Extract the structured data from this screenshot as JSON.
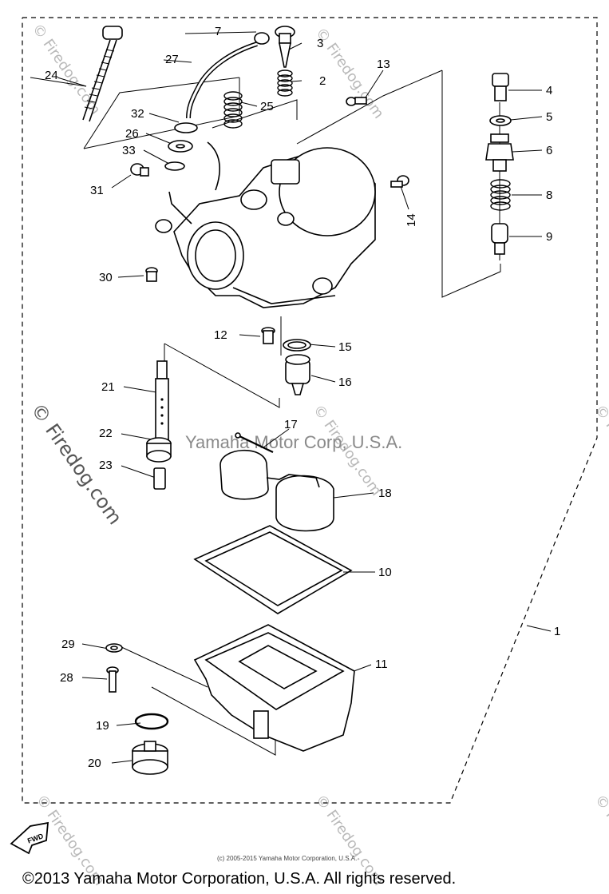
{
  "diagram": {
    "callouts": [
      {
        "id": "c1",
        "text": "1"
      },
      {
        "id": "c2",
        "text": "2"
      },
      {
        "id": "c3",
        "text": "3"
      },
      {
        "id": "c4",
        "text": "4"
      },
      {
        "id": "c5",
        "text": "5"
      },
      {
        "id": "c6",
        "text": "6"
      },
      {
        "id": "c7",
        "text": "7"
      },
      {
        "id": "c8",
        "text": "8"
      },
      {
        "id": "c9",
        "text": "9"
      },
      {
        "id": "c10",
        "text": "10"
      },
      {
        "id": "c11",
        "text": "11"
      },
      {
        "id": "c12",
        "text": "12"
      },
      {
        "id": "c13",
        "text": "13"
      },
      {
        "id": "c14",
        "text": "14"
      },
      {
        "id": "c15",
        "text": "15"
      },
      {
        "id": "c16",
        "text": "16"
      },
      {
        "id": "c17",
        "text": "17"
      },
      {
        "id": "c18",
        "text": "18"
      },
      {
        "id": "c19",
        "text": "19"
      },
      {
        "id": "c20",
        "text": "20"
      },
      {
        "id": "c21",
        "text": "21"
      },
      {
        "id": "c22",
        "text": "22"
      },
      {
        "id": "c23",
        "text": "23"
      },
      {
        "id": "c24",
        "text": "24"
      },
      {
        "id": "c25",
        "text": "25"
      },
      {
        "id": "c26",
        "text": "26"
      },
      {
        "id": "c27",
        "text": "27"
      },
      {
        "id": "c28",
        "text": "28"
      },
      {
        "id": "c29",
        "text": "29"
      },
      {
        "id": "c30",
        "text": "30"
      },
      {
        "id": "c31",
        "text": "31"
      },
      {
        "id": "c32",
        "text": "32"
      },
      {
        "id": "c33",
        "text": "33"
      }
    ],
    "fwd_label": "FWD"
  },
  "watermarks": {
    "site": "© Firedog.com",
    "site_short": "Firedog.com",
    "center": "Yamaha Motor Corp, U.S.A.",
    "small_copyright": "(c) 2005-2015 Yamaha Motor Corporation, U.S.A."
  },
  "footer": {
    "copyright": "©2013 Yamaha Motor Corporation, U.S.A. All rights reserved."
  },
  "colors": {
    "ink": "#000000",
    "watermark": "#b9b9b9",
    "background": "#ffffff"
  }
}
